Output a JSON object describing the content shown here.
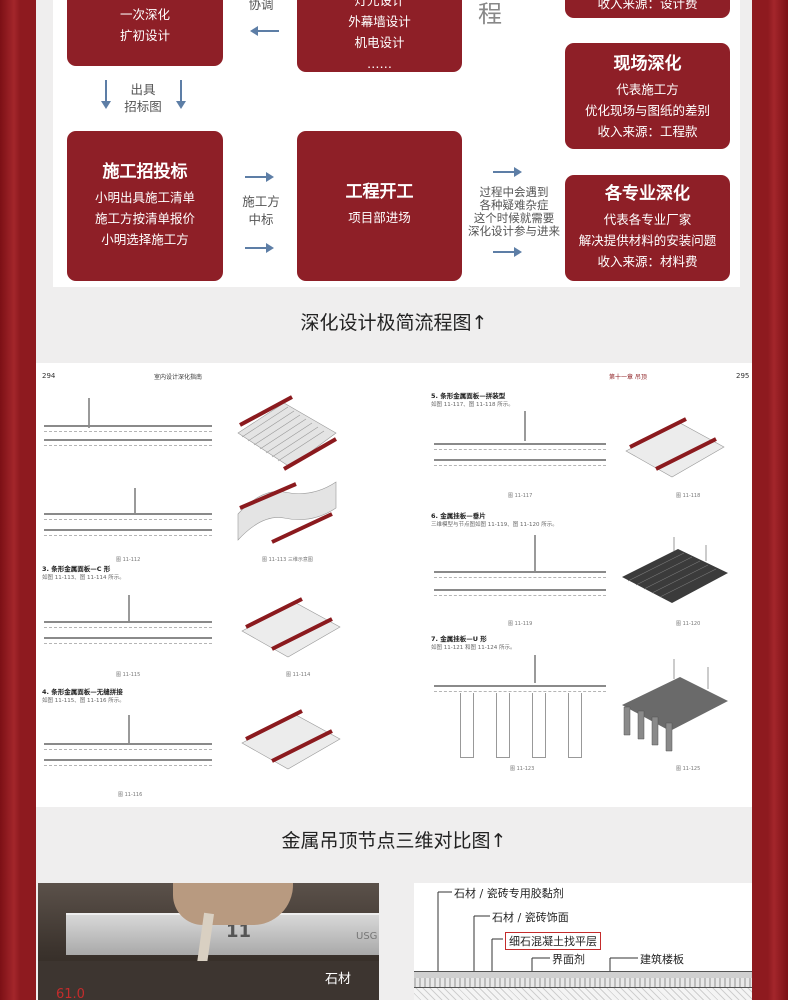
{
  "flowchart": {
    "box_top_left": {
      "lines": [
        "一次深化",
        "扩初设计"
      ]
    },
    "box_top_mid": {
      "lines": [
        "灯光设计",
        "外幕墙设计",
        "机电设计",
        "……"
      ]
    },
    "top_char": "程",
    "box_top_right": {
      "lines": [
        "收入来源：设计费"
      ]
    },
    "coord_note": "协调",
    "issue_note": [
      "出具",
      "招标图"
    ],
    "box_site": {
      "title": "现场深化",
      "lines": [
        "代表施工方",
        "优化现场与图纸的差别",
        "收入来源：工程款"
      ]
    },
    "box_bid": {
      "title": "施工招投标",
      "lines": [
        "小明出具施工清单",
        "施工方按清单报价",
        "小明选择施工方"
      ]
    },
    "winner_note": [
      "施工方",
      "中标"
    ],
    "box_start": {
      "title": "工程开工",
      "lines": [
        "项目部进场"
      ]
    },
    "problem_note": [
      "过程中会遇到",
      "各种疑难杂症",
      "这个时候就需要",
      "深化设计参与进来"
    ],
    "box_spec": {
      "title": "各专业深化",
      "lines": [
        "代表各专业厂家",
        "解决提供材料的安装问题",
        "收入来源：材料费"
      ]
    },
    "colors": {
      "box": "#8e1f27",
      "arrow": "#5d7ea6"
    }
  },
  "captions": {
    "flow": "深化设计极简流程图↑",
    "metal": "金属吊顶节点三维对比图↑"
  },
  "book": {
    "left_page_num": "294",
    "left_header": "室内设计深化指南",
    "right_header": "第十一章  吊顶",
    "right_page_num": "295",
    "left_figs": [
      "图 11-112",
      "图 11-113  三维示意图",
      "图 11-114"
    ],
    "sec3": "3. 条形金属面板—C 形",
    "sec3_sub": "如图 11-113、图 11-114 所示。",
    "sec3_fig": "图 11-115",
    "sec4": "4. 条形金属面板—无缝拼接",
    "sec4_sub": "如图 11-115、图 11-116 所示。",
    "sec4_fig": "图 11-116",
    "sec5": "5. 条形金属面板—拼装型",
    "sec5_sub": "如图 11-117、图 11-118 所示。",
    "sec5_fig": "图 11-117",
    "sec5_fig2": "图 11-118",
    "sec6": "6. 金属挂板—垂片",
    "sec6_sub": "三维模型与节点图如图 11-119、图 11-120 所示。",
    "sec6_fig": "图 11-119",
    "sec6_fig2": "图 11-120",
    "sec7": "7. 金属挂板—U 形",
    "sec7_sub": "如图 11-121 和图 11-124 所示。",
    "sec7_fig": "图 11-123",
    "sec7_fig2": "图 11-125",
    "colors": {
      "accent": "#8b1a1e"
    }
  },
  "bottom": {
    "photo_label": "石材",
    "photo_marks": [
      "11",
      "USG"
    ],
    "photo_red_text": "61.0",
    "drawing_labels": [
      "石材 / 瓷砖专用胶黏剂",
      "石材 / 瓷砖饰面",
      "细石混凝土找平层",
      "界面剂",
      "建筑楼板"
    ]
  }
}
